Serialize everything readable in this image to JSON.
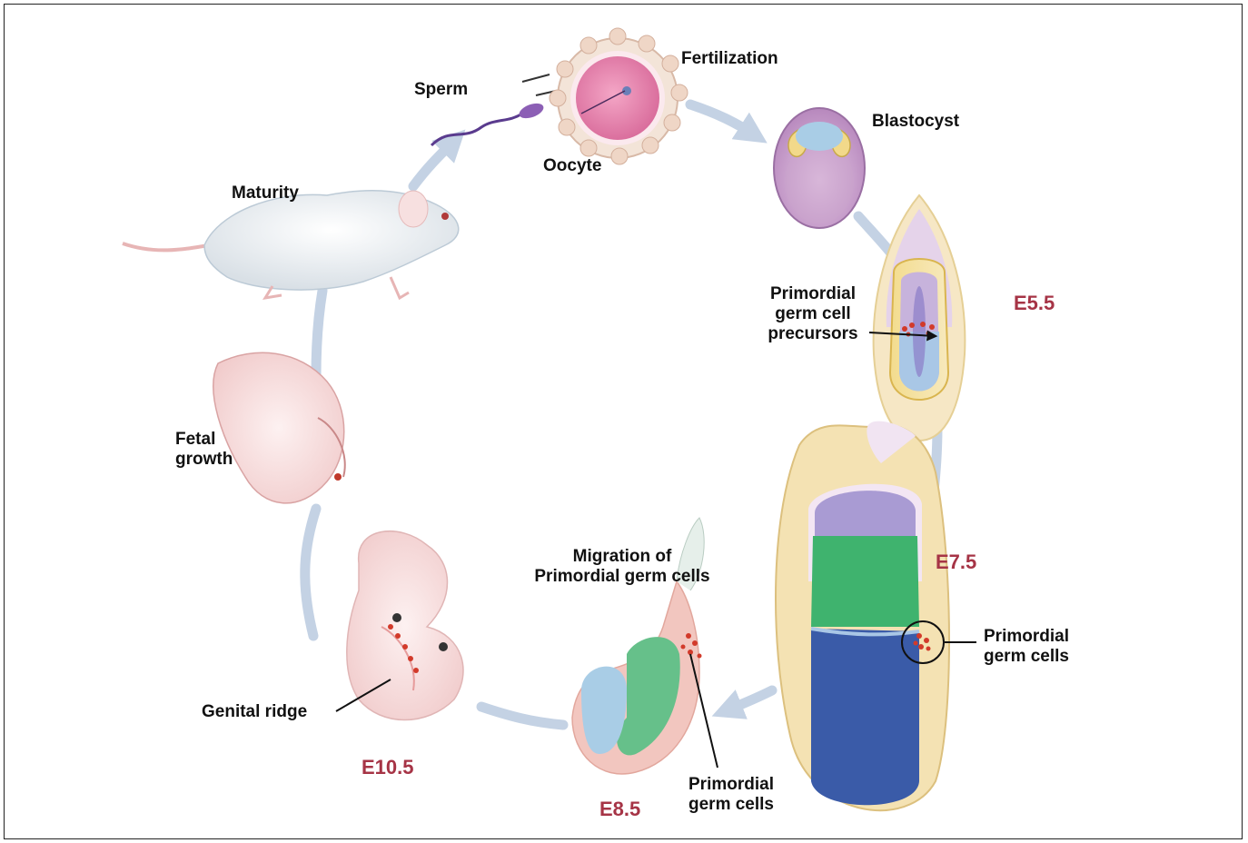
{
  "colors": {
    "stage_label": "#a63446",
    "label": "#111111",
    "cycle_arrow": "#c4d2e4",
    "pgc_red": "#d23a2a"
  },
  "labels": {
    "sperm": "Sperm",
    "fertilization": "Fertilization",
    "oocyte": "Oocyte",
    "blastocyst": "Blastocyst",
    "maturity": "Maturity",
    "pgc_precursors_line1": "Primordial",
    "pgc_precursors_line2": "germ cell",
    "pgc_precursors_line3": "precursors",
    "fetal_growth_line1": "Fetal",
    "fetal_growth_line2": "growth",
    "migration_line1": "Migration of",
    "migration_line2": "Primordial germ cells",
    "pgc_e75_line1": "Primordial",
    "pgc_e75_line2": "germ cells",
    "pgc_e85_line1": "Primordial",
    "pgc_e85_line2": "germ cells",
    "genital_ridge": "Genital ridge"
  },
  "stages": {
    "e55": "E5.5",
    "e75": "E7.5",
    "e85": "E8.5",
    "e105": "E10.5"
  }
}
